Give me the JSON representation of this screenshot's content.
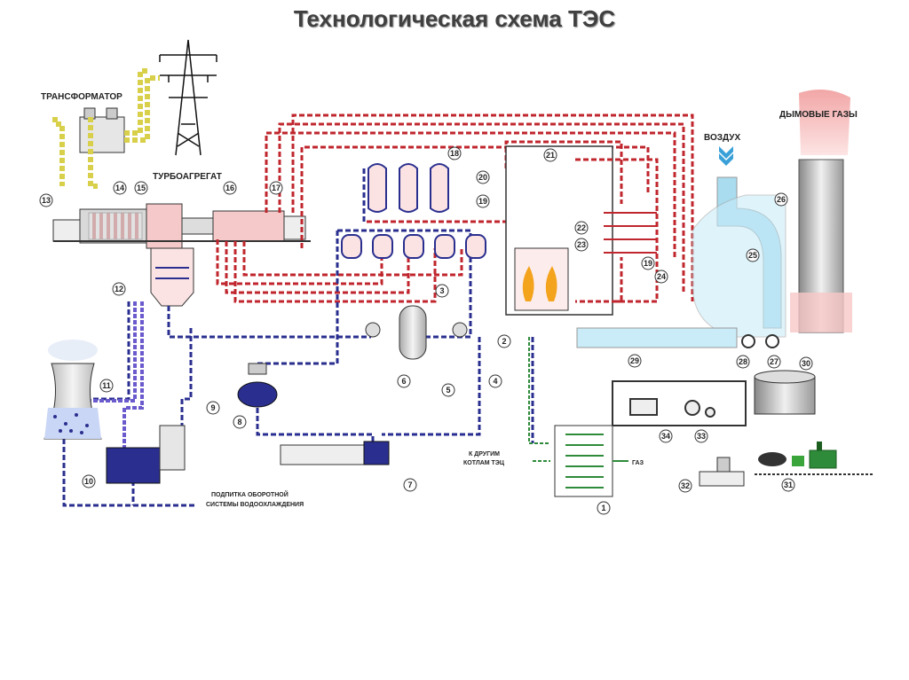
{
  "title": "Технологическая схема ТЭС",
  "labels": {
    "transformer": "ТРАНСФОРМАТОР",
    "turbine": "ТУРБОАГРЕГАТ",
    "air": "ВОЗДУХ",
    "flue_gases": "ДЫМОВЫЕ ГАЗЫ",
    "gas": "ГАЗ",
    "other_boilers_1": "К ДРУГИМ",
    "other_boilers_2": "КОТЛАМ ТЭЦ",
    "makeup_1": "ПОДПИТКА ОБОРОТНОЙ",
    "makeup_2": "СИСТЕМЫ ВОДООХЛАЖДЕНИЯ"
  },
  "callouts": [
    "1",
    "2",
    "3",
    "4",
    "5",
    "6",
    "7",
    "8",
    "9",
    "10",
    "11",
    "12",
    "13",
    "14",
    "15",
    "16",
    "17",
    "18",
    "19",
    "19",
    "20",
    "21",
    "22",
    "23",
    "24",
    "25",
    "26",
    "27",
    "28",
    "29",
    "30",
    "31",
    "32",
    "33",
    "34"
  ],
  "colors": {
    "steam": "#c0262d",
    "water": "#2a2f8f",
    "cooling": "#6a5acd",
    "gas_line": "#2e8b3a",
    "power": "#d8d04a",
    "air": "#a8dcee",
    "stack": "#bdbdbd"
  }
}
